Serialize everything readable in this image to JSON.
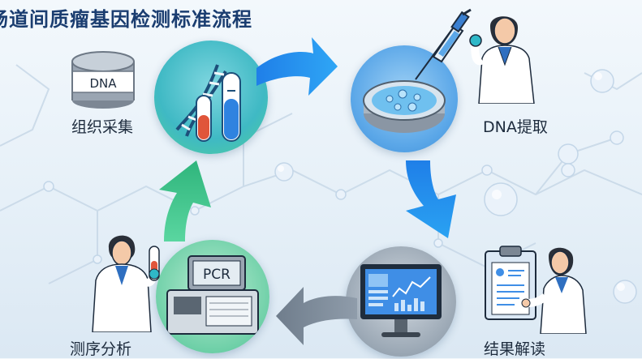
{
  "title": "肠道间质瘤基因检测标准流程",
  "steps": {
    "collect": {
      "label": "组织采集",
      "canister_text": "DNA"
    },
    "extract": {
      "label": "DNA提取"
    },
    "interpret": {
      "label": "结果解读"
    },
    "sequence": {
      "label": "测序分析",
      "machine_text": "PCR"
    }
  },
  "colors": {
    "title": "#1a3d70",
    "arrow_blue": "#2a8ef0",
    "arrow_green": "#3cc488",
    "arrow_gray": "#7e8da0",
    "circle_teal": "#3fb9c4",
    "circle_blue": "#5ba7e8",
    "circle_gray": "#9aa7b4",
    "circle_green": "#6fd0a8"
  }
}
